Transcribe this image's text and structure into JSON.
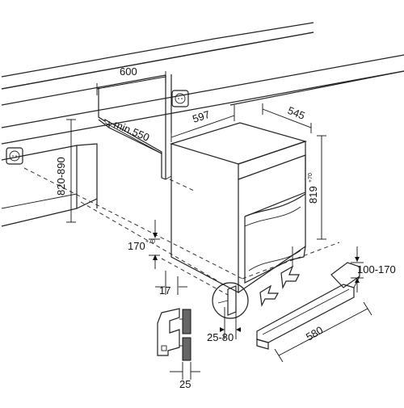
{
  "dimensions": {
    "cabinet_width": "600",
    "cabinet_depth_min": "min.550",
    "niche_height": "820-890",
    "appliance_width": "597",
    "appliance_depth": "545",
    "appliance_height": "819",
    "appliance_height_tolerance": "+70",
    "plinth_height": "170",
    "plinth_height_tolerance": "+70",
    "plinth_setback": "17",
    "door_gap": "25-80",
    "plinth_range": "100-170",
    "plinth_length": "580",
    "plinth_thickness": "25"
  },
  "icons": {
    "socket": "power-socket-icon",
    "arrow": "ventilation-arrow-icon"
  }
}
